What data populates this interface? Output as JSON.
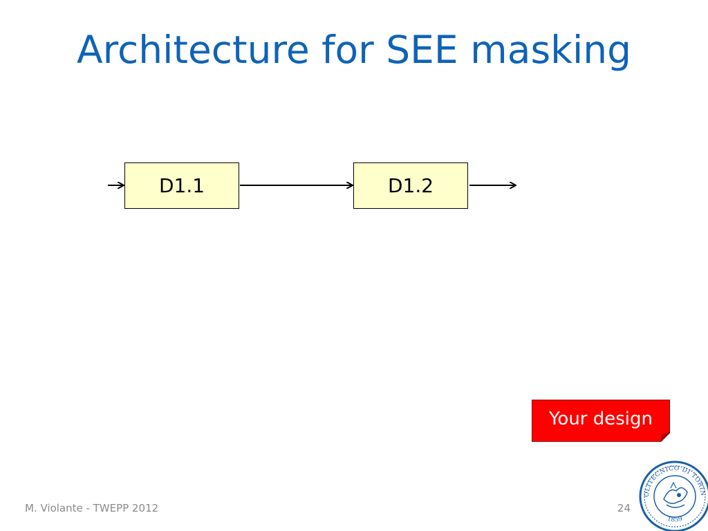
{
  "slide": {
    "title": "Architecture for SEE masking",
    "blocks": [
      {
        "label": "D1.1"
      },
      {
        "label": "D1.2"
      }
    ],
    "callout": {
      "label": "Your design",
      "color": "#ff0000"
    },
    "footer": {
      "author_event": "M. Violante - TWEPP 2012",
      "page_number": "24"
    },
    "logo": {
      "seal_text": "POLITECNICO DI TORINO",
      "year": "1859"
    },
    "colors": {
      "title": "#0f63b7",
      "block_fill": "#ffffcc",
      "seal": "#1a5fa8"
    }
  }
}
